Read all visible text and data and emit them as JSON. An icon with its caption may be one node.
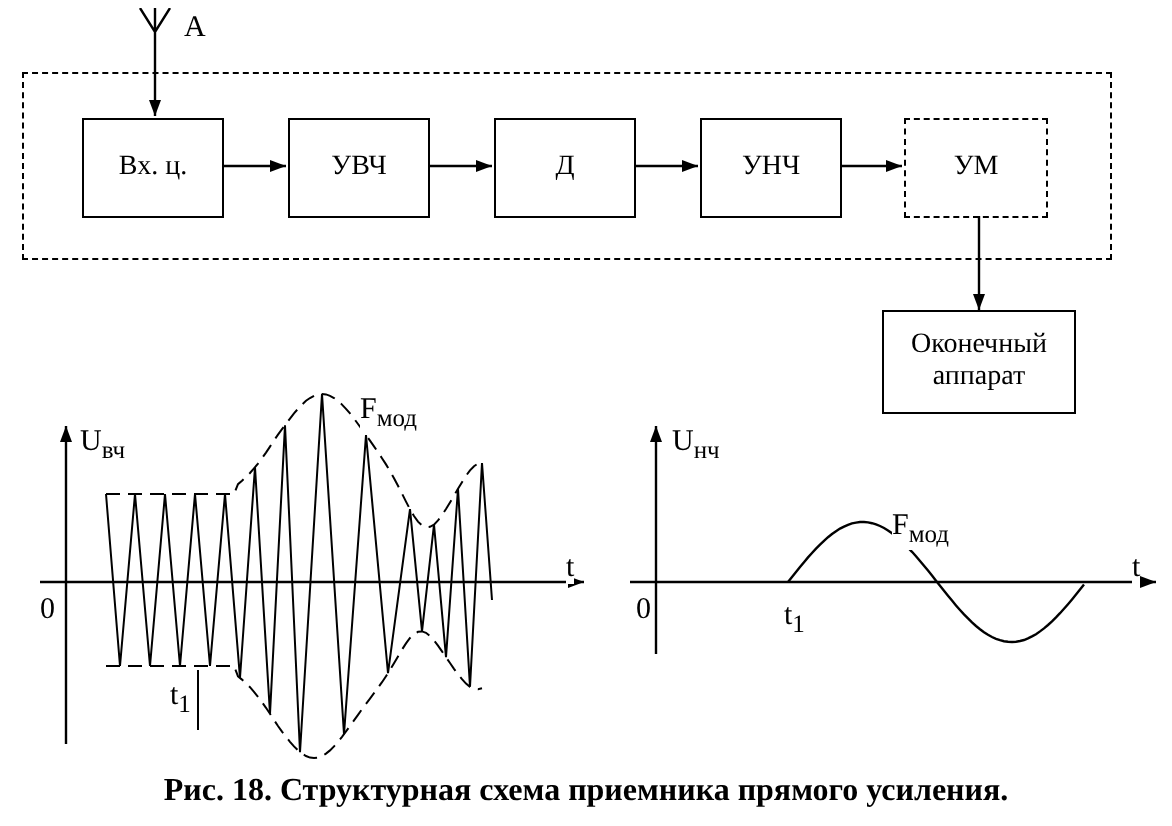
{
  "diagram": {
    "caption": "Рис. 18. Структурная схема приемника прямого усиления.",
    "nodes": [
      {
        "text": [],
        "shape": "box"
      },
      {
        "text": [
          "Вх. ц."
        ],
        "in": 0
      },
      {
        "text": [
          "УВЧ"
        ],
        "in": 0
      },
      {
        "text": [
          "Д"
        ],
        "in": 0
      },
      {
        "text": [
          "УНЧ"
        ],
        "in": 0
      },
      {
        "text": [
          "УМ"
        ],
        "in": 0
      },
      {
        "text": [
          "Оконечный аппарат"
        ]
      },
      {
        "text": [],
        "shape": "antenna",
        "beside": [
          "А"
        ]
      }
    ],
    "edges": [
      {
        "from": 7,
        "to": 1,
        "arrow": "to"
      },
      {
        "from": 1,
        "to": 2,
        "arrow": "to"
      },
      {
        "from": 2,
        "to": 3,
        "arrow": "to"
      },
      {
        "from": 3,
        "to": 4,
        "arrow": "to"
      },
      {
        "from": 4,
        "to": 5,
        "arrow": "to"
      },
      {
        "from": 5,
        "to": 6,
        "arrow": "to"
      }
    ],
    "labels": [
      "U$_{вч}$",
      "F$_{мод}$",
      "t",
      "0",
      "t$_{1}$",
      "U$_{нч}$",
      "F$_{мод}$",
      "t",
      "0",
      "t$_{1}$"
    ]
  }
}
